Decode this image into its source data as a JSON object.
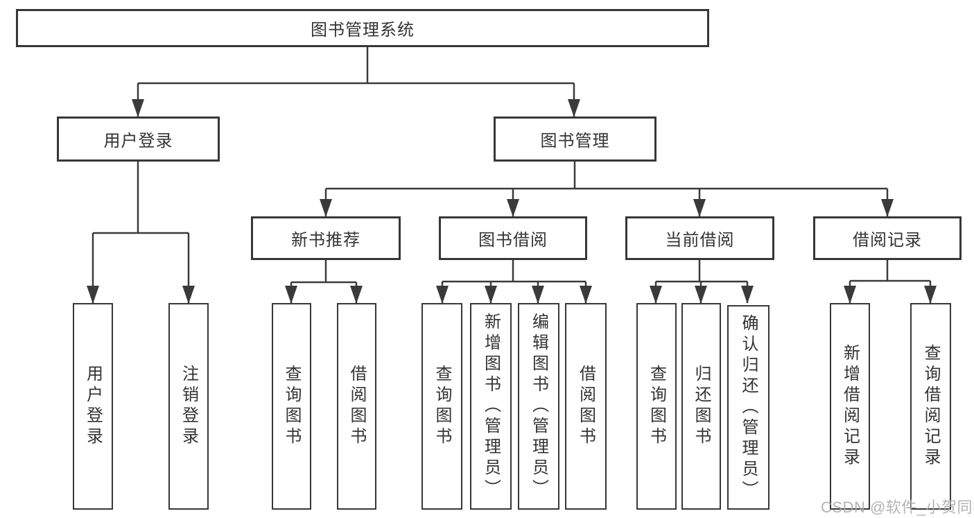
{
  "diagram": {
    "root": "图书管理系统",
    "level1": {
      "user_login": "用户登录",
      "book_management": "图书管理"
    },
    "level2": {
      "new_book_recommend": "新书推荐",
      "book_borrow": "图书借阅",
      "current_borrow": "当前借阅",
      "borrow_records": "借阅记录"
    },
    "leaves": {
      "user_login": [
        "用户登录",
        "注销登录"
      ],
      "new_book_recommend": [
        "查询图书",
        "借阅图书"
      ],
      "book_borrow": [
        "查询图书",
        "新增图书（管理员）",
        "编辑图书（管理员）",
        "借阅图书"
      ],
      "current_borrow": [
        "查询图书",
        "归还图书",
        "确认归还（管理员）"
      ],
      "borrow_records": [
        "新增借阅记录",
        "查询借阅记录"
      ]
    },
    "watermark": "CSDN @软件_小贺同学",
    "colors": {
      "line": "#3a3a3a",
      "box_border": "#373737",
      "text": "#333333",
      "watermark": "#acacac",
      "background": "#ffffff"
    }
  }
}
